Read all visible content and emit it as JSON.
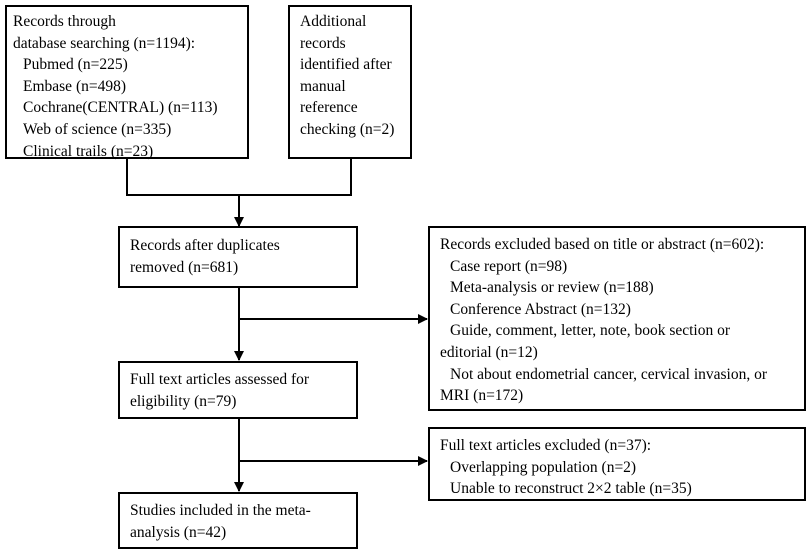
{
  "boxes": {
    "database_search": {
      "lines": [
        "Records through",
        "database searching (n=1194):",
        "Pubmed (n=225)",
        "Embase (n=498)",
        "Cochrane(CENTRAL) (n=113)",
        "Web of science (n=335)",
        "Clinical trails  (n=23)"
      ]
    },
    "additional_records": {
      "lines": [
        "Additional",
        "records",
        "identified after",
        "manual",
        "reference",
        "checking (n=2)"
      ]
    },
    "after_duplicates": {
      "lines": [
        "Records after duplicates",
        "removed (n=681)"
      ]
    },
    "excluded_title_abstract": {
      "lines": [
        "Records excluded based on title or abstract (n=602):",
        "Case report (n=98)",
        "Meta-analysis or review (n=188)",
        "Conference Abstract (n=132)",
        "Guide, comment, letter, note, book section or",
        "editorial (n=12)",
        "Not about endometrial cancer, cervical invasion, or",
        "MRI (n=172)"
      ]
    },
    "full_text_assessed": {
      "lines": [
        "Full text articles assessed for",
        "eligibility (n=79)"
      ]
    },
    "full_text_excluded": {
      "lines": [
        "Full text articles excluded (n=37):",
        "Overlapping population (n=2)",
        "Unable to reconstruct 2×2 table (n=35)"
      ]
    },
    "included": {
      "lines": [
        "Studies included in the meta-",
        "analysis (n=42)"
      ]
    }
  },
  "colors": {
    "line": "#000000",
    "box_fill": "#ffffff",
    "text": "#000000"
  }
}
